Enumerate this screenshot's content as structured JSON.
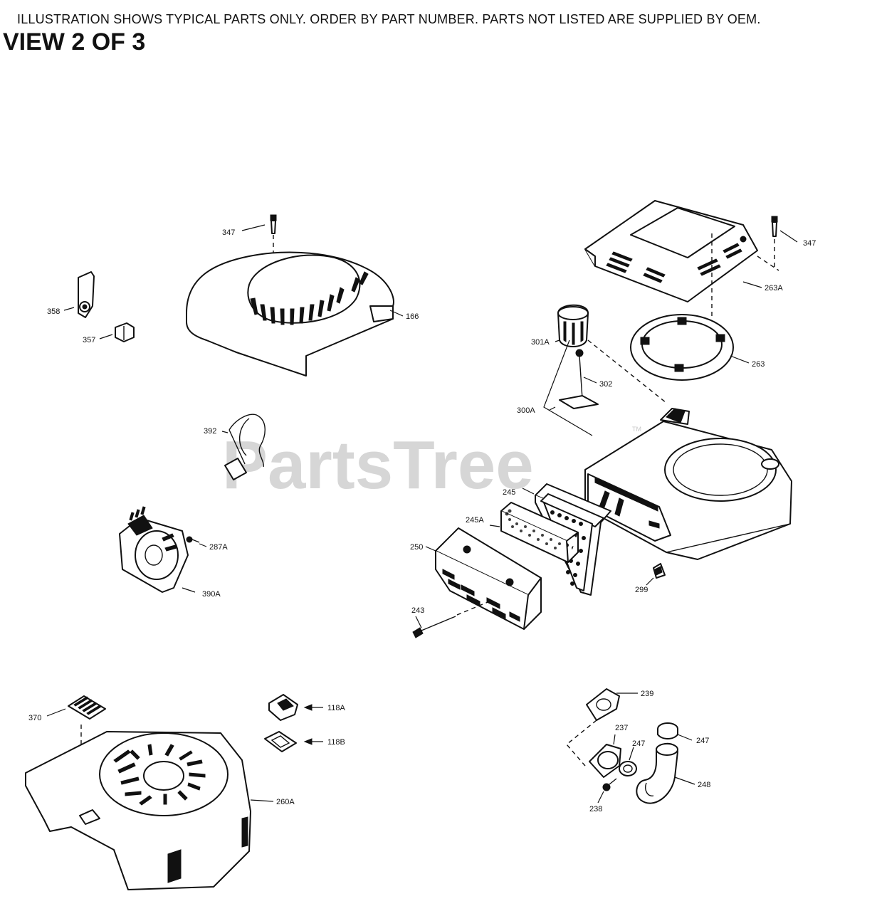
{
  "header": {
    "notice": "ILLUSTRATION SHOWS TYPICAL PARTS ONLY. ORDER BY PART NUMBER. PARTS NOT LISTED ARE SUPPLIED BY OEM.",
    "view_title": "VIEW 2 OF 3"
  },
  "watermark": {
    "text": "PartsTree",
    "tm": "TM"
  },
  "parts": {
    "p347a": "347",
    "p347b": "347",
    "p358": "358",
    "p357": "357",
    "p166": "166",
    "p263a": "263A",
    "p301a": "301A",
    "p263": "263",
    "p302": "302",
    "p300a": "300A",
    "p392": "392",
    "p245": "245",
    "p245a": "245A",
    "p250": "250",
    "p287a": "287A",
    "p390a": "390A",
    "p299": "299",
    "p243": "243",
    "p370": "370",
    "p118a": "118A",
    "p118b": "118B",
    "p260a": "260A",
    "p239": "239",
    "p237": "237",
    "p247a": "247",
    "p247b": "247",
    "p248": "248",
    "p238": "238"
  }
}
